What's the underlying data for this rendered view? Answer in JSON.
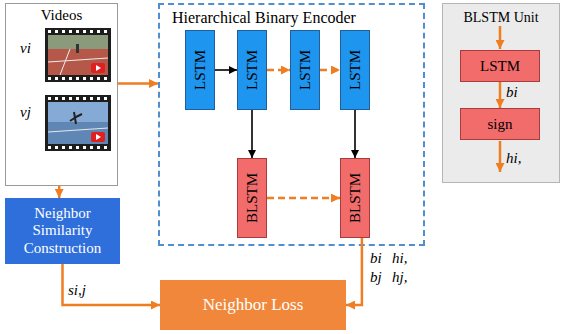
{
  "diagram": {
    "nodes": [
      {
        "text": [
          "Videos"
        ]
      },
      {
        "text": [
          "Hierarchical Binary Encoder"
        ]
      },
      {
        "text": [
          "LSTM"
        ],
        "in": 1
      },
      {
        "text": [
          "LSTM"
        ],
        "in": 1
      },
      {
        "text": [
          "LSTM"
        ],
        "in": 1
      },
      {
        "text": [
          "LSTM"
        ],
        "in": 1
      },
      {
        "text": [
          "BLSTM"
        ],
        "in": 1
      },
      {
        "text": [
          "BLSTM"
        ],
        "in": 1
      },
      {
        "text": [
          "BLSTM Unit"
        ]
      },
      {
        "text": [
          "LSTM"
        ],
        "in": 8
      },
      {
        "text": [
          "sign"
        ],
        "in": 8
      },
      {
        "text": [
          "Neighbor Similarity Construction"
        ]
      },
      {
        "text": [
          "Neighbor Loss"
        ]
      }
    ],
    "edges": [
      {
        "from": 0,
        "to": 1,
        "arrow": "to"
      },
      {
        "from": 0,
        "to": 11,
        "arrow": "to"
      },
      {
        "from": 2,
        "to": 3,
        "arrow": "to"
      },
      {
        "from": 3,
        "to": 4,
        "arrow": "to"
      },
      {
        "from": 4,
        "to": 5,
        "arrow": "to"
      },
      {
        "from": 3,
        "to": 6,
        "arrow": "to"
      },
      {
        "from": 5,
        "to": 7,
        "arrow": "to"
      },
      {
        "from": 6,
        "to": 7,
        "arrow": "to"
      },
      {
        "from": 7,
        "to": 12,
        "arrow": "to"
      },
      {
        "from": 11,
        "to": 12,
        "label": "si,j",
        "arrow": "to"
      },
      {
        "from": 9,
        "to": 10,
        "label": "bi",
        "arrow": "to"
      }
    ],
    "labels": [
      "vi",
      "vj",
      "hi,",
      "bi",
      "bj",
      "hi,",
      "hj,"
    ]
  }
}
